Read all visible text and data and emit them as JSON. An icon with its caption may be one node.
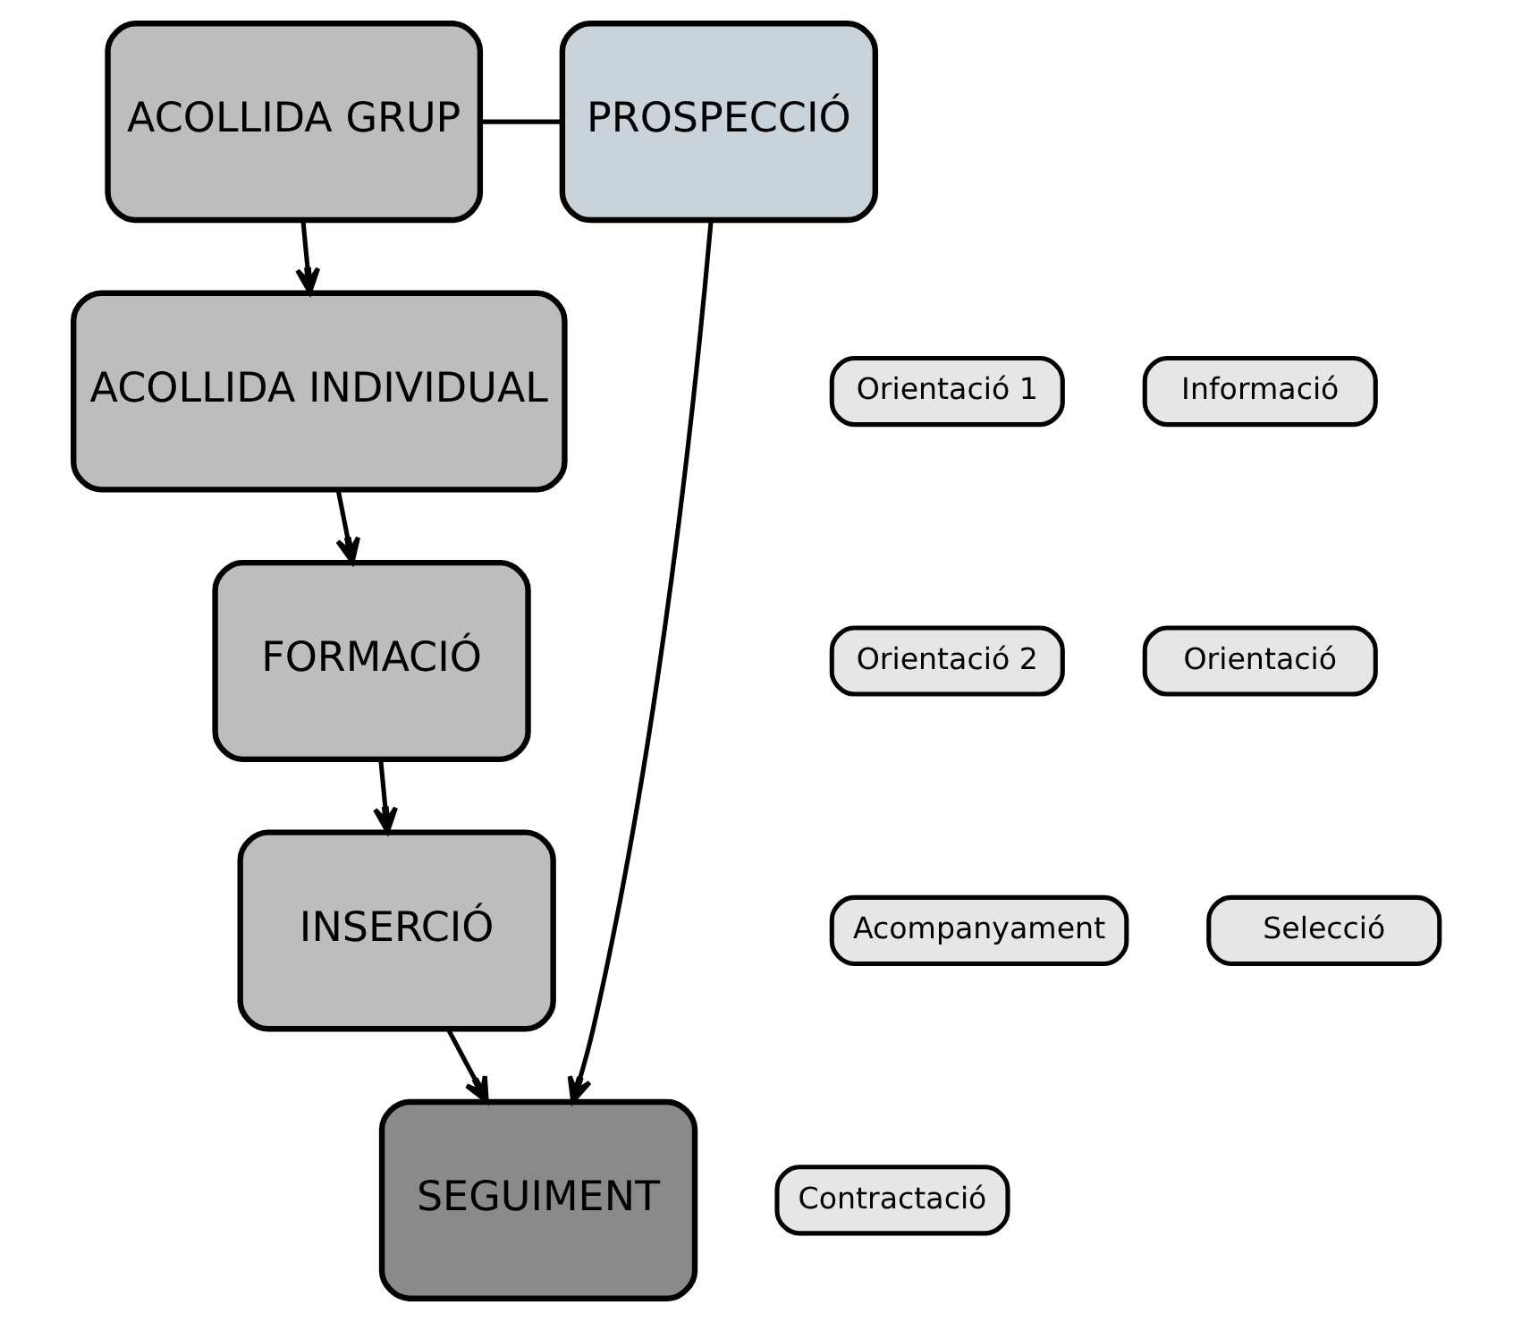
{
  "diagram": {
    "nodes": [
      {
        "text": [
          "ACOLLIDA GRUP"
        ]
      },
      {
        "text": [
          "PROSPECCIÓ"
        ]
      },
      {
        "text": [
          "ACOLLIDA INDIVIDUAL"
        ]
      },
      {
        "text": [
          "FORMACIÓ"
        ]
      },
      {
        "text": [
          "INSERCIÓ"
        ]
      },
      {
        "text": [
          "SEGUIMENT"
        ]
      },
      {
        "text": [
          "Orientació 1"
        ]
      },
      {
        "text": [
          "Orientació 2"
        ]
      },
      {
        "text": [
          "Acompanyament"
        ]
      },
      {
        "text": [
          "Informació"
        ]
      },
      {
        "text": [
          "Orientació"
        ]
      },
      {
        "text": [
          "Selecció"
        ]
      },
      {
        "text": [
          "Contractació"
        ]
      }
    ],
    "edges": [
      {
        "from": 0,
        "to": 1,
        "arrow": "none"
      },
      {
        "from": 0,
        "to": 2,
        "arrow": "to"
      },
      {
        "from": 2,
        "to": 3,
        "arrow": "to"
      },
      {
        "from": 3,
        "to": 4,
        "arrow": "to"
      },
      {
        "from": 4,
        "to": 5,
        "arrow": "to"
      },
      {
        "from": 1,
        "to": 5,
        "arrow": "to"
      }
    ]
  }
}
